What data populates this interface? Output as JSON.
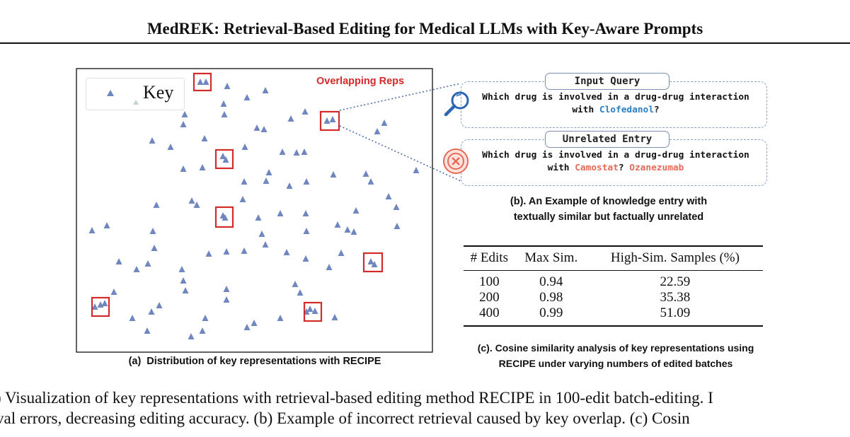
{
  "page_title": "MedREK: Retrieval-Based Editing for Medical LLMs with Key-Aware Prompts",
  "scatter": {
    "legend_label": "Key",
    "overlap_label": "Overlapping Reps",
    "caption_letter": "(a)",
    "caption": "Distribution of key representations with RECIPE",
    "marker_color": "#6f86bf",
    "highlight_color": "#d32a2a"
  },
  "example": {
    "query_tag": "Input Query",
    "query_line1": "Which drug is involved in a drug-drug interaction",
    "query_line2_prefix": "with ",
    "query_entity": "Clofedanol",
    "query_line2_suffix": "?",
    "entry_tag": "Unrelated Entry",
    "entry_line1": "Which drug is involved in a drug-drug interaction",
    "entry_line2_prefix": "with ",
    "entry_entity": "Camostat",
    "entry_mid": "? ",
    "entry_answer": "Ozanezumab",
    "caption_line1": "(b). An Example of knowledge entry with",
    "caption_line2": "textually similar but factually unrelated",
    "search_icon": "magnifier-icon",
    "error_icon": "cross-circle-icon"
  },
  "table": {
    "headers": [
      "# Edits",
      "Max Sim.",
      "High-Sim. Samples (%)"
    ],
    "rows": [
      [
        "100",
        "0.94",
        "22.59"
      ],
      [
        "200",
        "0.98",
        "35.38"
      ],
      [
        "400",
        "0.99",
        "51.09"
      ]
    ],
    "caption_line1": "(c). Cosine similarity analysis of key representations using",
    "caption_line2": "RECIPE under varying numbers of edited batches"
  },
  "main_caption": {
    "line1": ") Visualization of key representations with retrieval-based editing method RECIPE in 100-edit batch-editing. I",
    "line2": "val errors, decreasing editing accuracy.  (b) Example of incorrect retrieval caused by key overlap.  (c) Cosin"
  }
}
